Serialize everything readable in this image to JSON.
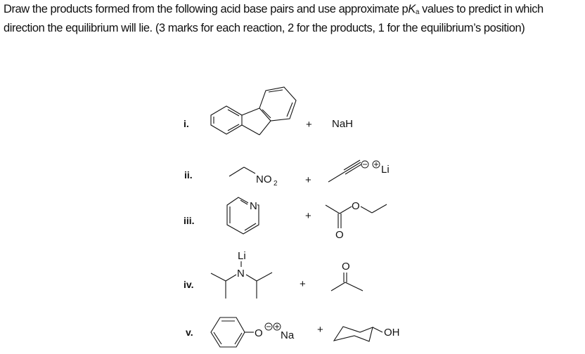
{
  "question": {
    "text_before": "Draw the products formed from the following acid base pairs and use approximate p",
    "pka_symbol": "K",
    "pka_subscript": "a",
    "text_after": " values to predict in which direction the equilibrium will lie. (3 marks for each reaction, 2 for the products, 1 for the equilibrium’s position)"
  },
  "reactions": [
    {
      "label": "i.",
      "acid": "fluorene",
      "plus": "+",
      "base": "NaH",
      "base_text": "NaH"
    },
    {
      "label": "ii.",
      "acid": "nitroethane",
      "acid_text": "NO",
      "acid_sub": "2",
      "plus": "+",
      "base": "lithium propynide",
      "base_text": "Li"
    },
    {
      "label": "iii.",
      "acid": "pyridine",
      "acid_text": "N",
      "plus": "+",
      "base": "ethyl acetate",
      "base_text_ether_o": "O",
      "base_text_carbonyl_o": "O"
    },
    {
      "label": "iv.",
      "acid": "lithium diisopropylamide",
      "acid_text_li": "Li",
      "acid_text_n": "N",
      "plus": "+",
      "base": "acetone",
      "base_text": "O"
    },
    {
      "label": "v.",
      "acid": "sodium phenoxide",
      "acid_text_o": "O",
      "acid_text_na": "Na",
      "plus": "+",
      "base": "cyclohexanol",
      "base_text": "OH"
    }
  ]
}
